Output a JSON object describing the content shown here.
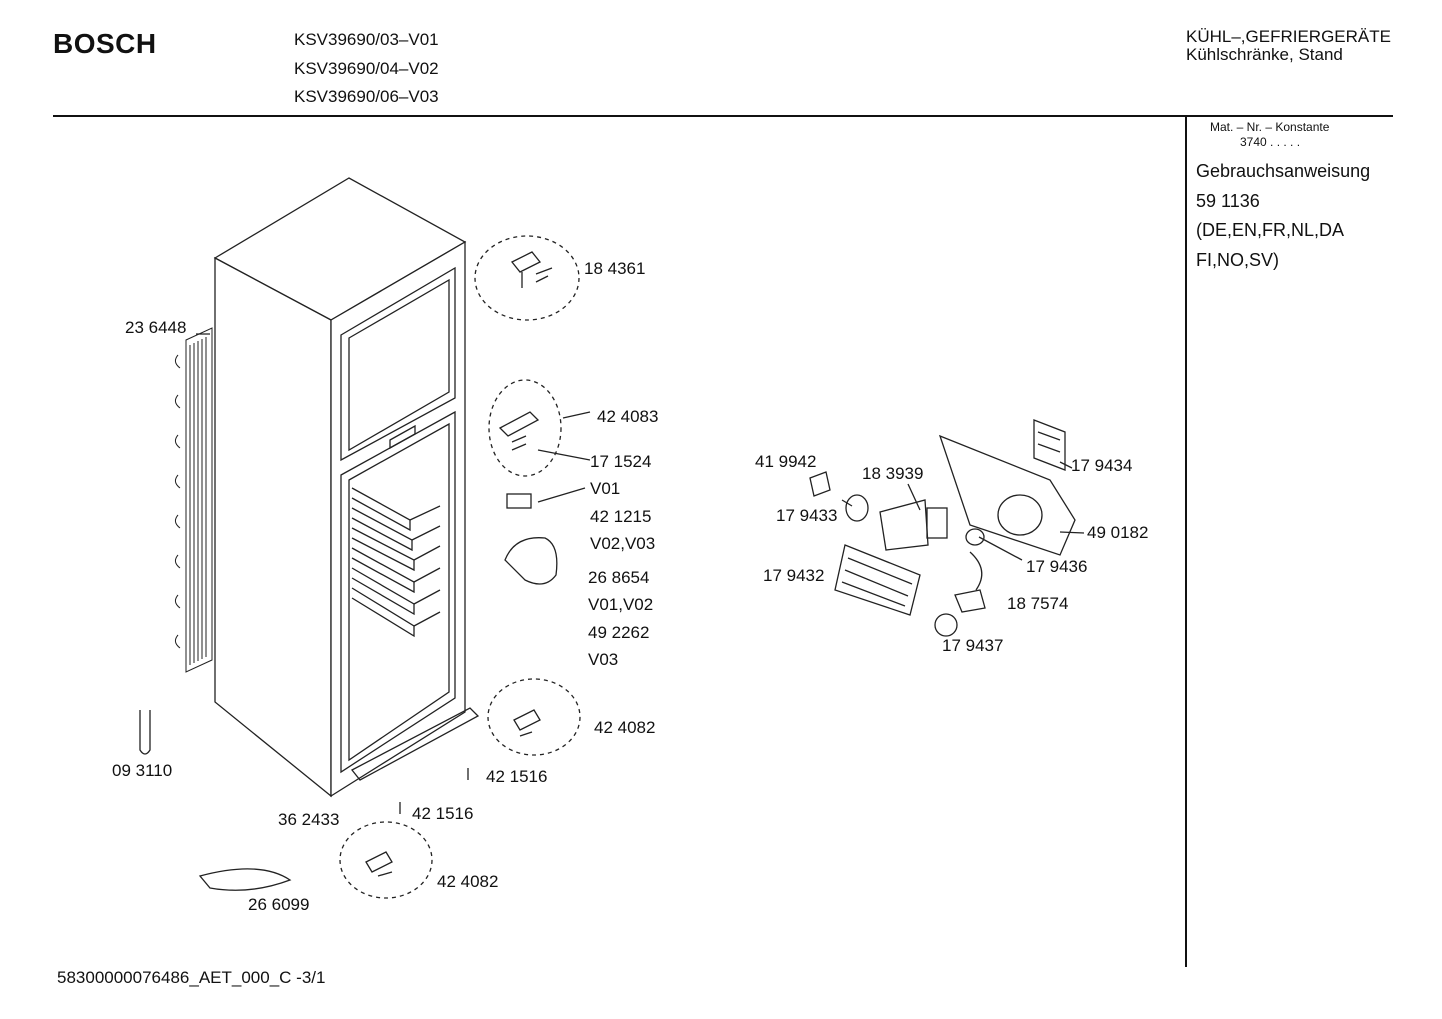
{
  "header": {
    "brand": "BOSCH",
    "models": [
      "KSV39690/03–V01",
      "KSV39690/04–V02",
      "KSV39690/06–V03"
    ],
    "category_line1": "KÜHL–,GEFRIERGERÄTE",
    "category_line2": "Kühlschränke, Stand"
  },
  "sidebar": {
    "mat_label": "Mat. – Nr. – Konstante",
    "mat_value": "3740  .  .  .  .  .",
    "manual_title": "Gebrauchsanweisung",
    "manual_number": "59 1136",
    "languages_1": "(DE,EN,FR,NL,DA",
    "languages_2": "FI,NO,SV)"
  },
  "parts": {
    "p184361": "18 4361",
    "p236448": "23 6448",
    "p424083": "42 4083",
    "p171524": "17 1524",
    "v01": "V01",
    "p421215": "42 1215",
    "v02v03": "V02,V03",
    "p268654": "26 8654",
    "v01v02": "V01,V02",
    "p492262": "49 2262",
    "v03": "V03",
    "p424082a": "42 4082",
    "p093110": "09 3110",
    "p421516a": "42 1516",
    "p362433": "36 2433",
    "p421516b": "42 1516",
    "p424082b": "42 4082",
    "p266099": "26 6099",
    "p419942": "41 9942",
    "p183939": "18 3939",
    "p179434": "17 9434",
    "p179433": "17 9433",
    "p490182": "49 0182",
    "p179432": "17 9432",
    "p179436": "17 9436",
    "p187574": "18 7574",
    "p179437": "17 9437"
  },
  "footer": {
    "doc_id": "58300000076486_AET_000_C -3/1"
  }
}
